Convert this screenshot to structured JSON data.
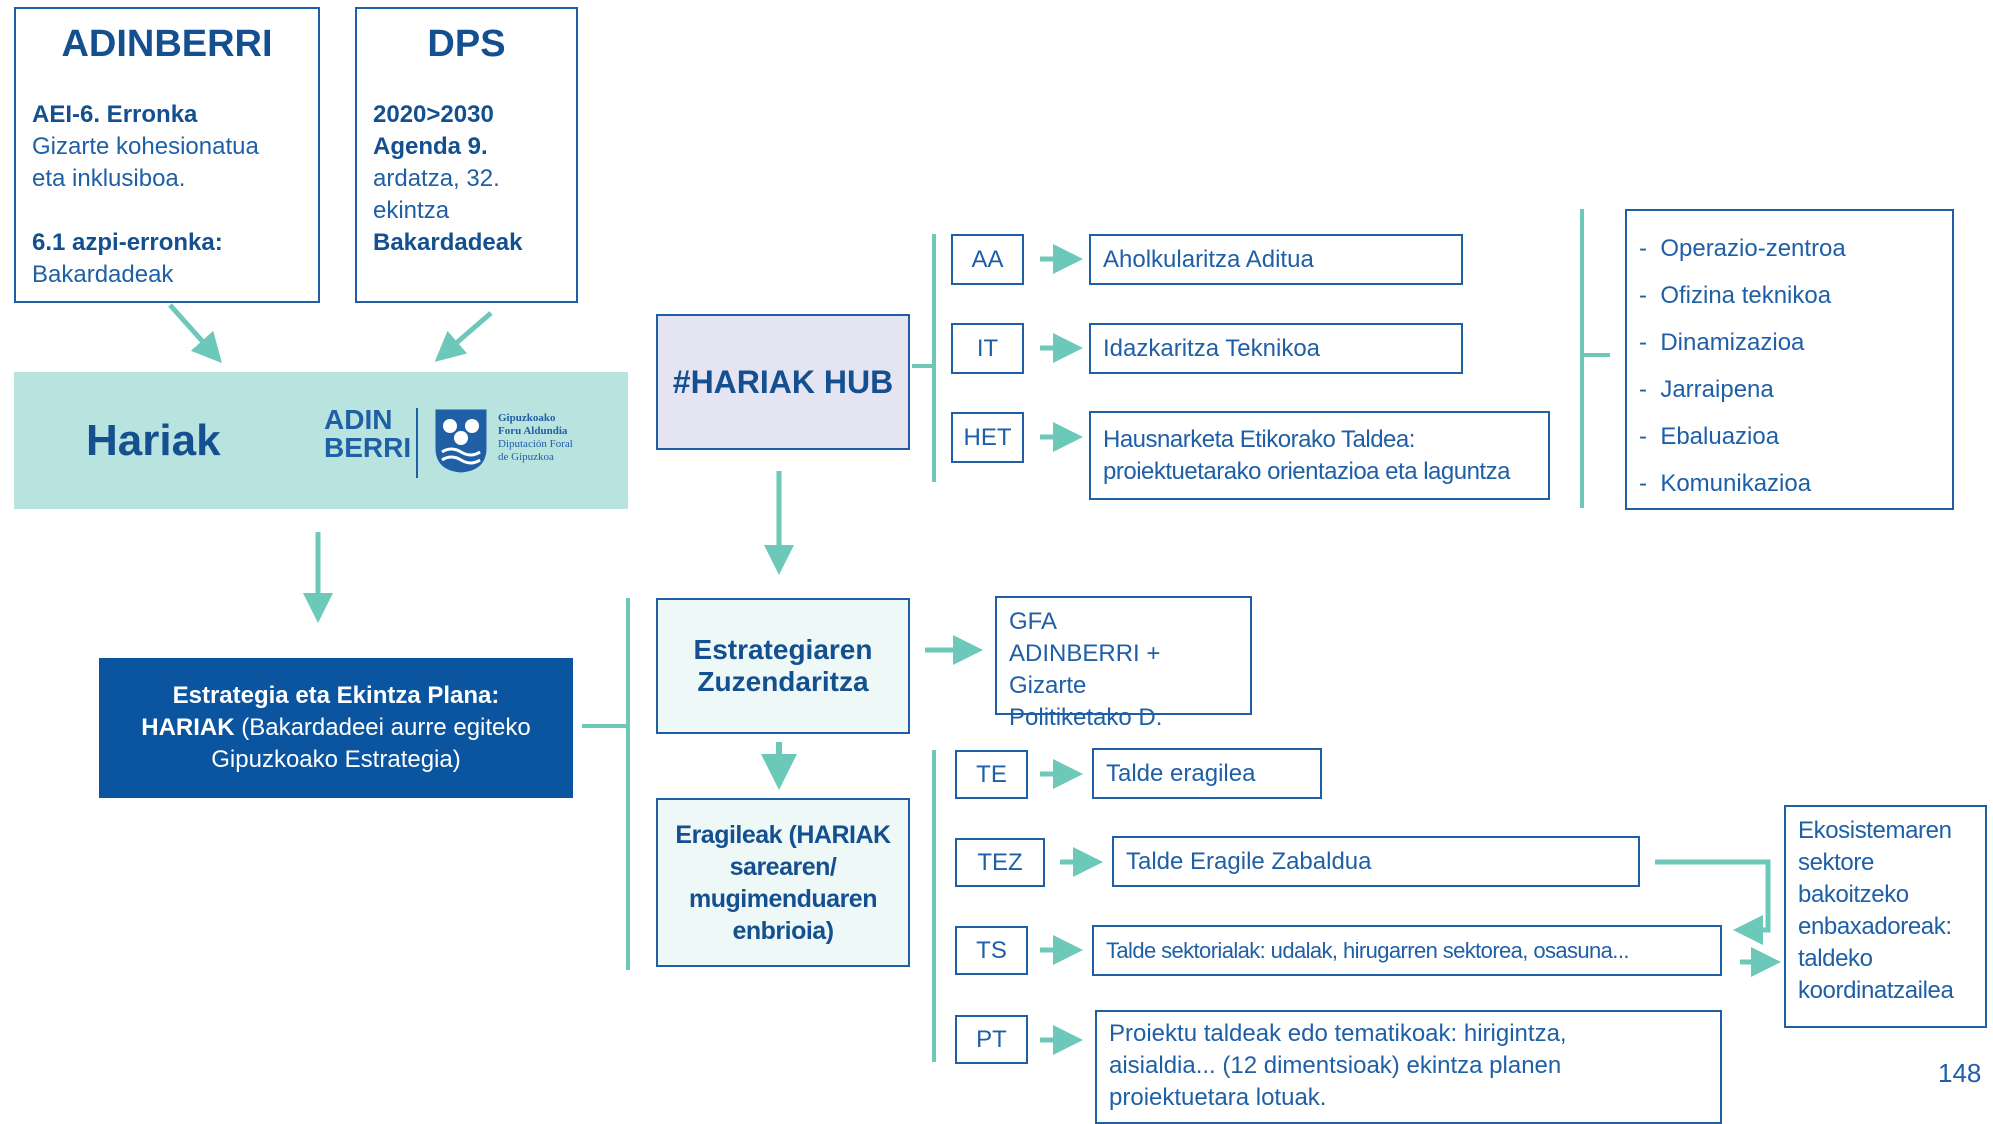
{
  "adinberri_box": {
    "title": "ADINBERRI",
    "line1_bold": "AEI-6. Erronka",
    "line2": "Gizarte kohesionatua",
    "line3": "eta inklusiboa.",
    "line4_bold": "6.1 azpi-erronka:",
    "line5": "Bakardadeak"
  },
  "dps_box": {
    "title": "DPS",
    "line1_bold": "2020>2030",
    "line2_bold": "Agenda 9.",
    "line3": "ardatza, 32.",
    "line4": "ekintza",
    "line5_bold": "Bakardadeak"
  },
  "hariak_banner": {
    "title": "Hariak",
    "adin_logo_line1": "ADIN",
    "adin_logo_line2": "BERRI",
    "gip_line1": "Gipuzkoako",
    "gip_line2": "Foru Aldundia",
    "gip_line3": "Diputación Foral",
    "gip_line4": "de Gipuzkoa"
  },
  "strategy_box": {
    "line1": "Estrategia eta Ekintza Plana:",
    "line2_bold": "HARIAK",
    "line2_rest": " (Bakardadeei aurre egiteko",
    "line3": "Gipuzkoako Estrategia)"
  },
  "hub": {
    "title": "#HARIAK HUB",
    "items": [
      {
        "code": "AA",
        "label": "Aholkularitza Aditua"
      },
      {
        "code": "IT",
        "label": "Idazkaritza Teknikoa"
      },
      {
        "code": "HET",
        "label_line1": "Hausnarketa Etikorako Taldea:",
        "label_line2": "proiektuetarako orientazioa eta laguntza"
      }
    ],
    "functions": [
      "Operazio-zentroa",
      "Ofizina teknikoa",
      "Dinamizazioa",
      "Jarraipena",
      "Ebaluazioa",
      "Komunikazioa"
    ]
  },
  "direction": {
    "title_line1": "Estrategiaren",
    "title_line2": "Zuzendaritza",
    "target_line1": "GFA",
    "target_line2": "ADINBERRI + Gizarte",
    "target_line3": "Politiketako D."
  },
  "agents": {
    "title_line1": "Eragileak (HARIAK",
    "title_line2": "sarearen/",
    "title_line3": "mugimenduaren",
    "title_line4": "enbrioia)",
    "items": [
      {
        "code": "TE",
        "label": "Talde eragilea"
      },
      {
        "code": "TEZ",
        "label": "Talde Eragile Zabaldua"
      },
      {
        "code": "TS",
        "label": "Talde sektorialak: udalak, hirugarren sektorea, osasuna..."
      },
      {
        "code": "PT",
        "label_line1": "Proiektu taldeak edo tematikoak: hirigintza,",
        "label_line2": "aisialdia... (12 dimentsioak) ekintza planen",
        "label_line3": "proiektuetara lotuak."
      }
    ],
    "ambassadors": [
      "Ekosistemaren",
      "sektore",
      "bakoitzeko",
      "enbaxadoreak:",
      "taldeko",
      "koordinatzailea"
    ]
  },
  "page_number": "148",
  "colors": {
    "primary": "#1f5fa6",
    "dark": "#14508f",
    "teal": "#6cc8b8",
    "banner_bg": "#b9e3df",
    "hub_bg": "#e4e4f2",
    "light_bg": "#eef8f7",
    "strategy_bg": "#0b55a0"
  }
}
